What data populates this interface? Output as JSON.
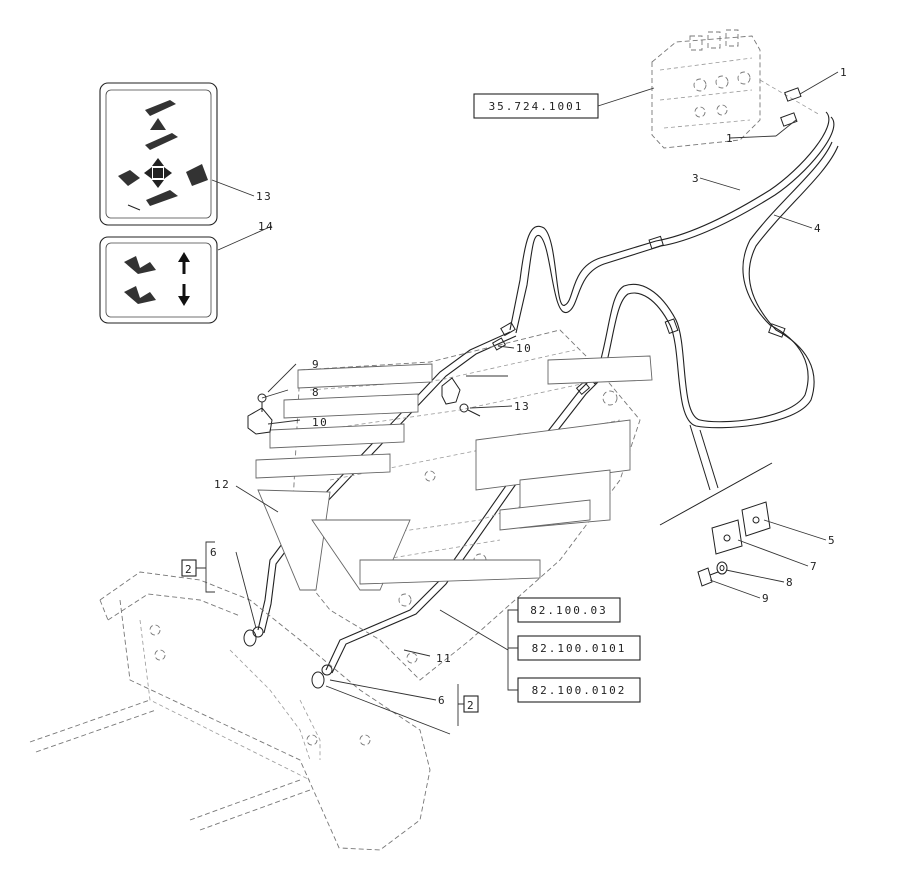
{
  "callouts": {
    "c1a": "1",
    "c1b": "1",
    "c2a": "2",
    "c2b": "2",
    "c3": "3",
    "c4": "4",
    "c5": "5",
    "c6a": "6",
    "c6b": "6",
    "c7": "7",
    "c8a": "8",
    "c8b": "8",
    "c9a": "9",
    "c9b": "9",
    "c10a": "10",
    "c10b": "10",
    "c11": "11",
    "c12": "12",
    "c13a": "13",
    "c13b": "13",
    "c14": "14"
  },
  "references": {
    "valve_ref": "35.724.1001",
    "ref_a": "82.100.03",
    "ref_b": "82.100.0101",
    "ref_c": "82.100.0102"
  },
  "colors": {
    "line": "#222222",
    "hidden_line": "#777777",
    "background": "#ffffff"
  },
  "icons": {
    "decal_13": "joystick-control-decal-icon",
    "decal_14": "bucket-lift-decal-icon",
    "valve": "control-valve-icon"
  }
}
